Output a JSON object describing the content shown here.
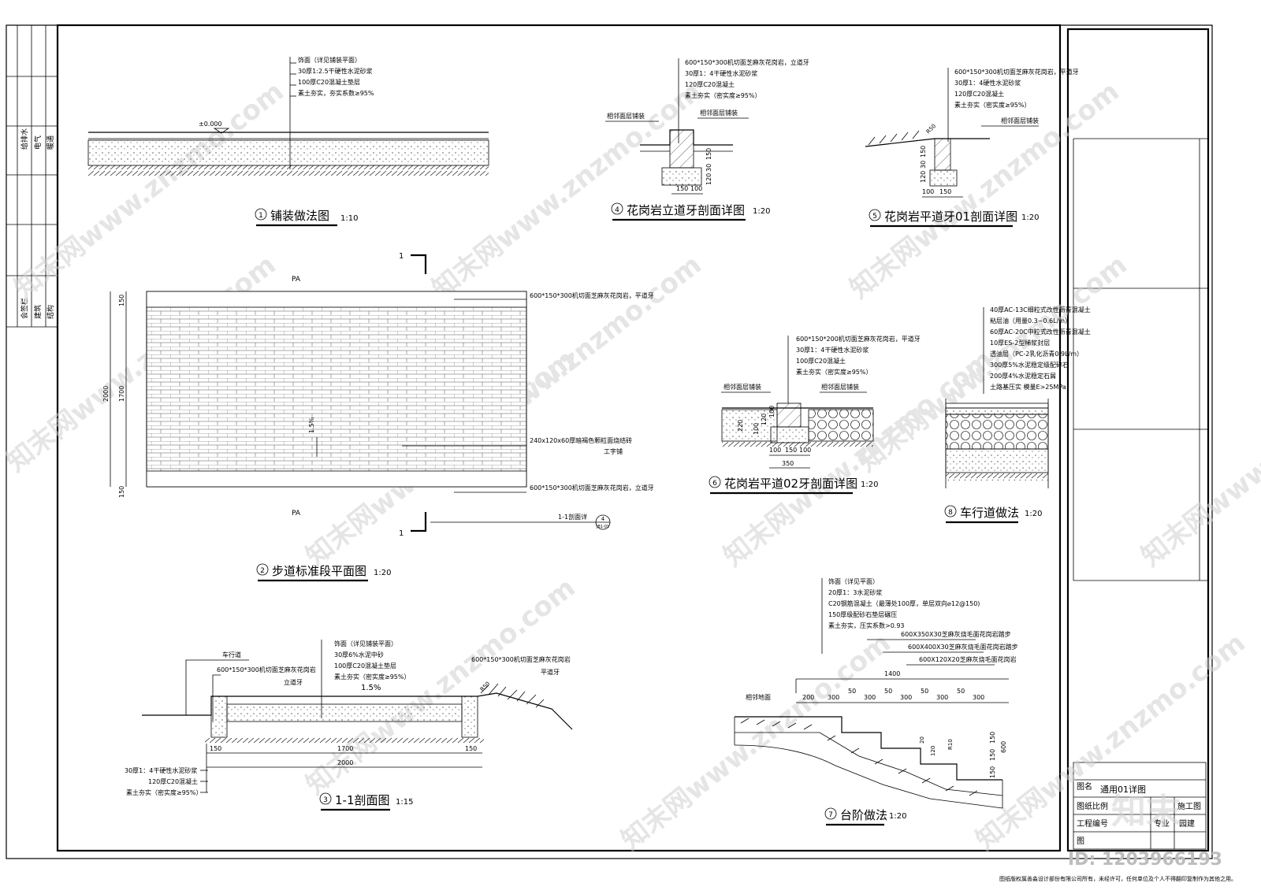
{
  "left_strip": {
    "top": [
      "给排水",
      "电气",
      "暖通"
    ],
    "bottom": [
      "会签栏",
      "建筑",
      "结构"
    ]
  },
  "title_block": {
    "name_label": "图名",
    "name_value": "通用01详图",
    "stage_value": "施工图",
    "row1_label": "图纸比例",
    "row2_label": "工程编号",
    "row2_right_label": "专业",
    "row2_right_value": "园建",
    "row3_label": "图"
  },
  "footer": {
    "id_text": "ID: 1203966193",
    "copyright": "图纸版权属善淼设计部份有限公司所有，未经许可，任何单位及个人不得翻印复制作为其他之用。"
  },
  "watermarks": [
    "知末网www.znzmo.com",
    "知末"
  ],
  "details": {
    "d1": {
      "num": "1",
      "title": "铺装做法图",
      "scale": "1:10",
      "elev": "±0.000",
      "notes": [
        "饰面（详见铺装平面）",
        "30厚1:2.5干硬性水泥砂浆",
        "100厚C20混凝土垫层",
        "素土夯实，夯实系数≥95%"
      ]
    },
    "d2": {
      "num": "2",
      "title": "步道标准段平面图",
      "scale": "1:20",
      "pa_top": "PA",
      "pa_bottom": "PA",
      "section_mark": "1",
      "slope": "1.5%",
      "dims": [
        "150",
        "1700",
        "150",
        "2000"
      ],
      "callout_top": "600*150*300机切面芝麻灰花岗岩，平道牙",
      "callout_mid_1": "240x120x60厚暗褐色颗粒面烧结砖",
      "callout_mid_2": "工字铺",
      "callout_bottom": "600*150*300机切面芝麻灰花岗岩，立道牙",
      "ref_label": "1-1剖面详",
      "ref_num": "4",
      "ref_sheet": "JB1-01"
    },
    "d3": {
      "num": "3",
      "title": "1-1剖面图",
      "scale": "1:15",
      "road": "车行道",
      "left_curb_1": "600*150*300机切面芝麻灰花岗岩",
      "left_curb_2": "立道牙",
      "notes": [
        "饰面（详见铺装平面）",
        "30厚6%水泥中砂",
        "100厚C20混凝土垫层",
        "素土夯实（密实度≥95%）"
      ],
      "slope": "1.5%",
      "right_curb_1": "600*150*300机切面芝麻灰花岗岩",
      "right_curb_2": "平道牙",
      "r_label": "R50",
      "dims": [
        "150",
        "1700",
        "150",
        "2000"
      ],
      "bottom_notes": [
        "30厚1：4干硬性水泥砂浆",
        "120厚C20混凝土",
        "素土夯实（密实度≥95%）"
      ]
    },
    "d4": {
      "num": "4",
      "title": "花岗岩立道牙剖面详图",
      "scale": "1:20",
      "notes": [
        "600*150*300机切面芝麻灰花岗岩，立道牙",
        "30厚1：4干硬性水泥砂浆",
        "120厚C20混凝土",
        "素土夯实（密实度≥95%）"
      ],
      "adj_right": "相邻面层铺装",
      "adj_left": "相邻面层铺装",
      "dims_v": [
        "150",
        "30",
        "120"
      ],
      "dims_h": [
        "150",
        "100"
      ]
    },
    "d5": {
      "num": "5",
      "title": "花岗岩平道牙01剖面详图",
      "scale": "1:20",
      "notes": [
        "600*150*300机切面芝麻灰花岗岩，平道牙",
        "30厚1：4硬性水泥砂浆",
        "120厚C20混凝土",
        "素土夯实（密实度≥95%）"
      ],
      "adj": "相邻面层铺装",
      "r_label": "R50",
      "dims_v": [
        "150",
        "30",
        "120"
      ],
      "dims_h": [
        "100",
        "150"
      ]
    },
    "d6": {
      "num": "6",
      "title": "花岗岩平道02牙剖面详图",
      "scale": "1:20",
      "notes": [
        "600*150*200机切面芝麻灰花岗岩，平道牙",
        "30厚1：4干硬性水泥砂浆",
        "100厚C20混凝土",
        "素土夯实（密实度≥95%）"
      ],
      "adj_left": "相邻面层铺装",
      "adj_right": "相邻面层铺装",
      "dims_v": [
        "220",
        "100",
        "120",
        "100"
      ],
      "dims_h": [
        "100",
        "150",
        "100"
      ],
      "total": "350"
    },
    "d7": {
      "num": "7",
      "title": "台阶做法",
      "scale": "1:20",
      "notes": [
        "饰面（详见平面）",
        "20厚1：3水泥砂浆",
        "C20钢筋混凝土（最薄处100厚，单层双向⌀12@150)",
        "150厚级配砂石垫层碾压",
        "素土夯实，压实系数>0.93"
      ],
      "stone_notes": [
        "600X350X30芝麻灰烧毛面花岗岩踏步",
        "600X400X30芝麻灰烧毛面花岗岩踏步",
        "600X120X20芝麻灰烧毛面花岗岩"
      ],
      "adj": "相邻地面",
      "dims_top": [
        "200",
        "300",
        "50",
        "300",
        "50",
        "300",
        "50",
        "300",
        "50",
        "300"
      ],
      "dim_total": "1400",
      "dims_v": [
        "150",
        "150",
        "150",
        "600"
      ],
      "small": [
        "20",
        "120",
        "R10"
      ]
    },
    "d8": {
      "num": "8",
      "title": "车行道做法",
      "scale": "1:20",
      "notes": [
        "40厚AC-13C细粒式改性沥青混凝土",
        "粘层油（用量0.3~0.6L/m）",
        "60厚AC-20C中粒式改性沥青混凝土",
        "10厚ES-2型稀浆封层",
        "透油层（PC-2乳化沥青0.9L/m）",
        "300厚5%水泥稳定级配碎石",
        "200厚4%水泥稳定石屑",
        "土路基压实 模量E>25MPa"
      ]
    }
  }
}
